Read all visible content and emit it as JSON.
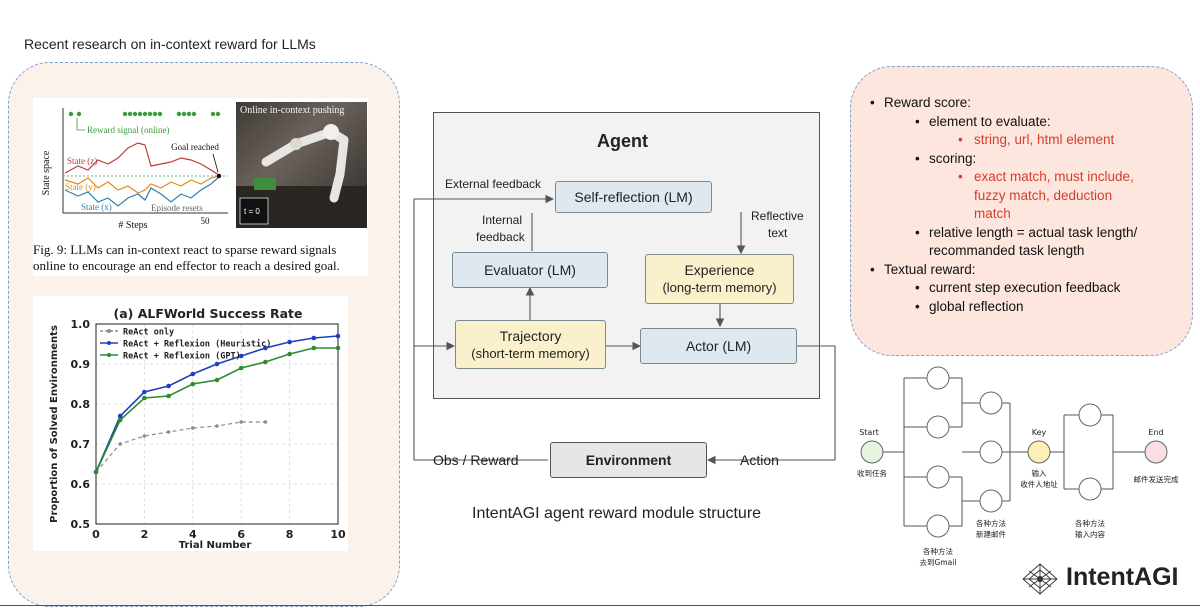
{
  "header": {
    "title": "Recent research on in-context reward for LLMs"
  },
  "figure9": {
    "y_label": "State space",
    "x_label": "# Steps",
    "x_tick": "50",
    "reward_label": "Reward signal (online)",
    "goal_label": "Goal reached",
    "episode_label": "Episode resets",
    "state_z": "State (z)",
    "state_y": "State (y)",
    "state_x": "State (x)",
    "photo_title": "Online in-context pushing",
    "photo_time": "t = 0",
    "caption": "Fig. 9: LLMs can in-context react to sparse reward signals online to encourage an end effector to reach a desired goal."
  },
  "chart_data": {
    "type": "line",
    "title": "(a) ALFWorld Success Rate",
    "xlabel": "Trial Number",
    "ylabel": "Proportion of Solved Environments",
    "xlim": [
      0,
      10
    ],
    "ylim": [
      0.5,
      1.0
    ],
    "xticks": [
      "0",
      "2",
      "4",
      "6",
      "8",
      "10"
    ],
    "yticks": [
      "0.5",
      "0.6",
      "0.7",
      "0.8",
      "0.9",
      "1.0"
    ],
    "legend_position": "top-left",
    "series": [
      {
        "name": "ReAct only",
        "color": "#8c8c8c",
        "dashed": true,
        "x": [
          0,
          1,
          2,
          3,
          4,
          5,
          6,
          7
        ],
        "y": [
          0.63,
          0.7,
          0.72,
          0.73,
          0.74,
          0.745,
          0.755,
          0.755
        ]
      },
      {
        "name": "ReAct + Reflexion (Heuristic)",
        "color": "#1f3fbf",
        "x": [
          0,
          1,
          2,
          3,
          4,
          5,
          6,
          7,
          8,
          9,
          10
        ],
        "y": [
          0.63,
          0.77,
          0.83,
          0.845,
          0.875,
          0.9,
          0.92,
          0.94,
          0.955,
          0.965,
          0.97
        ]
      },
      {
        "name": "ReAct + Reflexion (GPT)",
        "color": "#2e8b2e",
        "x": [
          0,
          1,
          2,
          3,
          4,
          5,
          6,
          7,
          8,
          9,
          10
        ],
        "y": [
          0.63,
          0.76,
          0.815,
          0.82,
          0.85,
          0.86,
          0.89,
          0.905,
          0.925,
          0.94,
          0.94
        ]
      }
    ]
  },
  "agent_diagram": {
    "agent_title": "Agent",
    "self_reflection": "Self-reflection (LM)",
    "evaluator": "Evaluator (LM)",
    "experience_line1": "Experience",
    "experience_line2": "(long-term memory)",
    "trajectory_line1": "Trajectory",
    "trajectory_line2": "(short-term memory)",
    "actor": "Actor (LM)",
    "environment": "Environment",
    "external_feedback": "External feedback",
    "internal_feedback_line1": "Internal",
    "internal_feedback_line2": "feedback",
    "reflective_text_line1": "Reflective",
    "reflective_text_line2": "text",
    "obs_reward": "Obs / Reward",
    "action": "Action",
    "caption": "IntentAGI agent reward module structure"
  },
  "reward_notes": {
    "reward_score": "Reward score:",
    "element_to_evaluate": "element to evaluate:",
    "element_values": "string, url, html element",
    "scoring": "scoring:",
    "scoring_line1": "exact match, must include,",
    "scoring_line2": "fuzzy match, deduction",
    "scoring_line3": "match",
    "relative_line1": "relative length = actual task length/",
    "relative_line2": "recommanded task length",
    "textual_reward": "Textual reward:",
    "current_step": "current step execution feedback",
    "global_reflection": "global reflection"
  },
  "flow": {
    "start": "Start",
    "start_sub": "收到任务",
    "key": "Key",
    "key_sub_line1": "输入",
    "key_sub_line2": "收件人地址",
    "end": "End",
    "end_sub": "邮件发送完成",
    "goto_gmail_line1": "各种方法",
    "goto_gmail_line2": "去到Gmail",
    "new_mail_line1": "各种方法",
    "new_mail_line2": "新建邮件",
    "input_content_line1": "各种方法",
    "input_content_line2": "输入内容",
    "colors": {
      "start": "#e6f3de",
      "key": "#fdefb8",
      "end": "#f9dfe4"
    }
  },
  "brand": {
    "name": "IntentAGI",
    "logo_icon": "intentagi-logo-icon"
  }
}
